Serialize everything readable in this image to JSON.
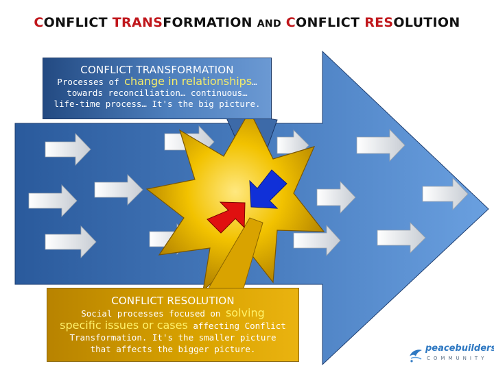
{
  "title": {
    "p1_red": "C",
    "p1_rest": "ONFLICT ",
    "p2_red": "TRANS",
    "p2_rest": "FORMATION",
    "and": "AND",
    "p3_red": "C",
    "p3_rest": "ONFLICT ",
    "p4_red": "RES",
    "p4_rest": "OLUTION"
  },
  "transformation": {
    "heading": "CONFLICT TRANSFORMATION",
    "line1_pre": "Processes of ",
    "line1_highlight": "change in relationships",
    "line1_post": "…",
    "line2": "towards reconciliation… continuous…",
    "line3": "life-time process… It's the big picture."
  },
  "resolution": {
    "heading": "CONFLICT RESOLUTION",
    "line1_pre": "Social processes focused on ",
    "line1_highlight": "solving",
    "line2_highlight": "specific issues or cases",
    "line2_post": " affecting Conflict",
    "line3": "Transformation.  It's the smaller picture",
    "line4": "that affects the bigger picture."
  },
  "logo": {
    "name": "peacebuilders",
    "sub": "COMMUNITY"
  },
  "colors": {
    "blue_arrow": "#4a7ec0",
    "star": "#f2c200",
    "accent_red": "#c0171c",
    "pointer_red": "#e01010",
    "pointer_blue": "#1030d8"
  }
}
